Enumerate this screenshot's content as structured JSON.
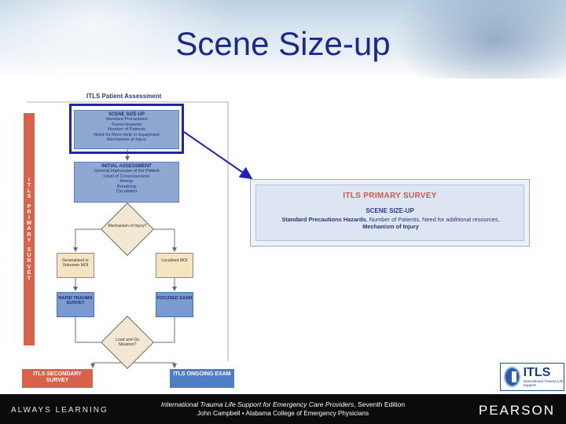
{
  "slide": {
    "title": "Scene Size-up"
  },
  "flowchart": {
    "title": "ITLS Patient Assessment",
    "sidebar_letters": [
      "I",
      "T",
      "L",
      "S",
      " ",
      "P",
      "R",
      "I",
      "M",
      "A",
      "R",
      "Y",
      " ",
      "S",
      "U",
      "R",
      "V",
      "E",
      "Y"
    ],
    "scene_sizeup": {
      "heading": "SCENE SIZE-UP",
      "lines": [
        "Standard Precautions",
        "Scene Hazards",
        "Number of Patients",
        "Need for More Help or Equipment",
        "Mechanism of Injury"
      ]
    },
    "initial_assessment": {
      "heading": "INITIAL ASSESSMENT",
      "lines": [
        "General Impression of the Patient",
        "Level of Consciousness",
        "Airway",
        "Breathing",
        "Circulation"
      ]
    },
    "decision_moi": "Mechanism of Injury?",
    "generalized": "Generalized or Unknown MOI",
    "localized": "Localized MOI",
    "rapid_trauma": "RAPID TRAUMA SURVEY",
    "focused_exam": "FOCUSED EXAM",
    "decision_load": "Load and Go Situation?",
    "secondary": "ITLS SECONDARY SURVEY",
    "ongoing": "ITLS ONGOING EXAM"
  },
  "callout": {
    "title": "ITLS PRIMARY SURVEY",
    "subtitle": "SCENE SIZE-UP",
    "body_bold1": "Standard Precautions Hazards",
    "body_mid": ", Number of Patients, Need for additional resources, ",
    "body_bold2": "Mechanism of Injury"
  },
  "logo": {
    "name": "ITLS",
    "tagline": "International Trauma Life Support"
  },
  "footer": {
    "left": "ALWAYS LEARNING",
    "citation_italic": "International Trauma Life Support for Emergency Care Providers",
    "citation_edition": ", Seventh Edition",
    "citation_line2": "John Campbell • Alabama College of Emergency Physicians",
    "brand": "PEARSON"
  },
  "colors": {
    "title": "#1b2a8a",
    "highlight": "#2121b8",
    "sidebar": "#d8634d",
    "callout_title": "#c55a48"
  }
}
